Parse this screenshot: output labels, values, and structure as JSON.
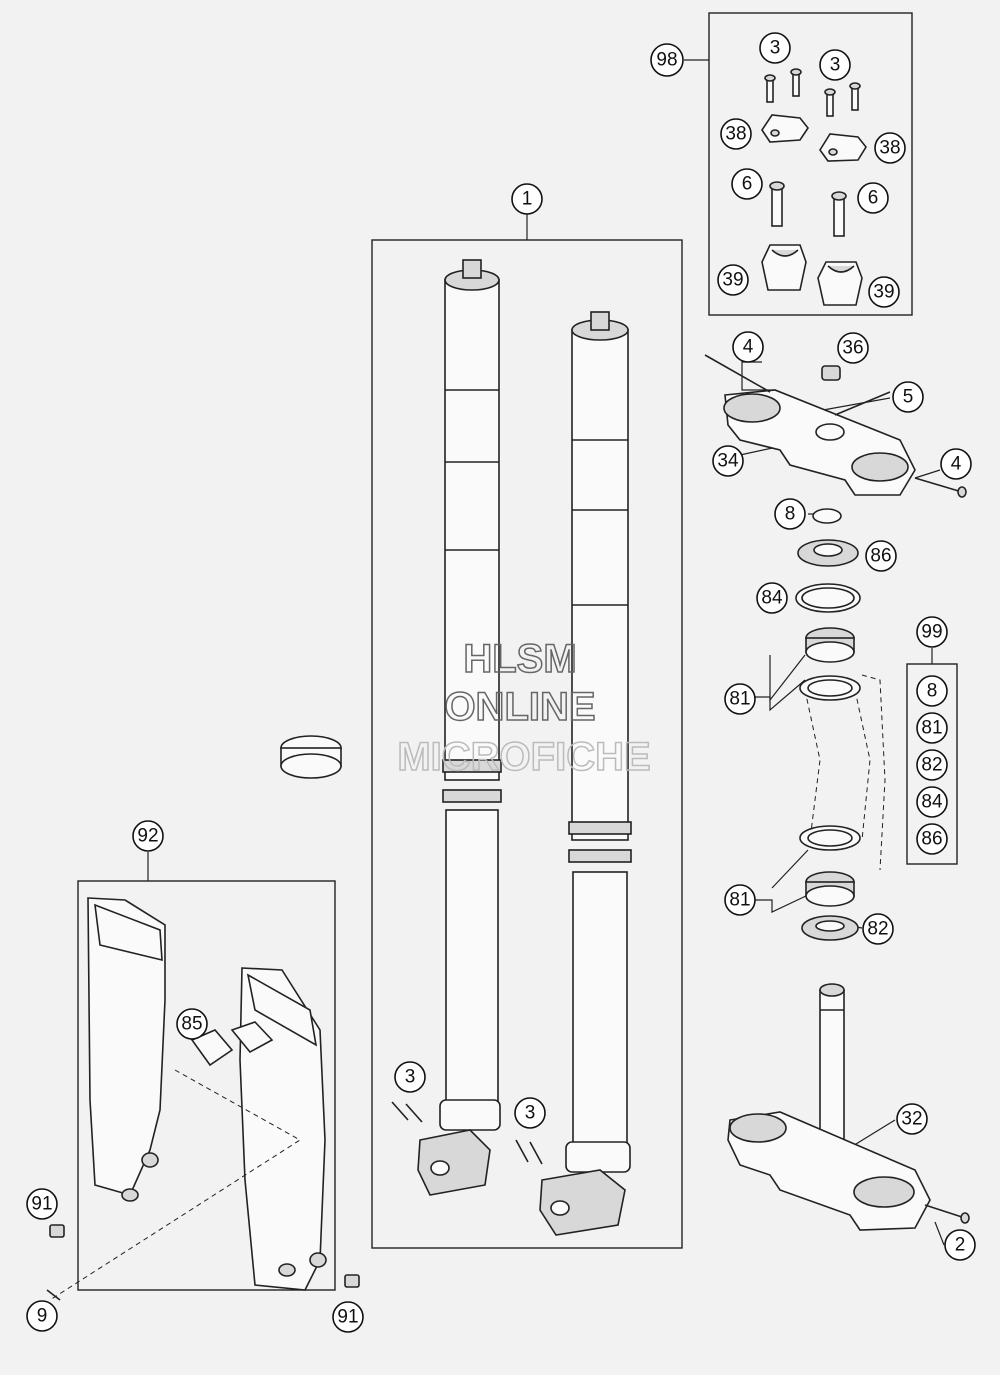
{
  "watermark": {
    "line1": "HLSM",
    "line2": "ONLINE",
    "line3": "MICROFICHE"
  },
  "callouts": {
    "c98": "98",
    "c3a": "3",
    "c3b": "3",
    "c38a": "38",
    "c38b": "38",
    "c6a": "6",
    "c6b": "6",
    "c39a": "39",
    "c39b": "39",
    "c1": "1",
    "c4a": "4",
    "c36": "36",
    "c5": "5",
    "c34": "34",
    "c4b": "4",
    "c8": "8",
    "c86": "86",
    "c84": "84",
    "c81a": "81",
    "c99": "99",
    "c99_8": "8",
    "c99_81": "81",
    "c99_82": "82",
    "c99_84": "84",
    "c99_86": "86",
    "c81b": "81",
    "c82": "82",
    "c92": "92",
    "c85": "85",
    "c3c": "3",
    "c3d": "3",
    "c32": "32",
    "c91a": "91",
    "c2": "2",
    "c9": "9",
    "c91b": "91"
  }
}
